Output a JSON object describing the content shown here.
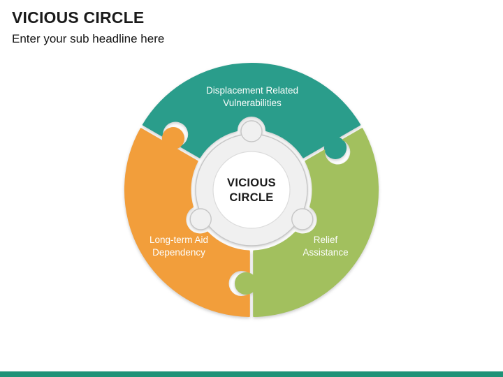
{
  "slide": {
    "title": "VICIOUS CIRCLE",
    "subtitle": "Enter your sub headline here",
    "background": "#FFFFFF",
    "footer_bar_color": "#1F9277"
  },
  "diagram": {
    "center_label": {
      "line1": "VICIOUS",
      "line2": "CIRCLE"
    },
    "hub": {
      "fill": "#F0F0F0",
      "inner_fill": "#FFFFFF"
    },
    "segments": [
      {
        "position": "top",
        "color": "#2A9D8B",
        "start_angle": 30,
        "label_line1": "Displacement Related",
        "label_line2": "Vulnerabilities"
      },
      {
        "position": "bottom-left",
        "color": "#F29E3B",
        "start_angle": 150,
        "label_line1": "Long-term Aid",
        "label_line2": "Dependency"
      },
      {
        "position": "bottom-right",
        "color": "#A2C05E",
        "start_angle": 270,
        "label_line1": "Relief",
        "label_line2": "Assistance"
      }
    ]
  }
}
